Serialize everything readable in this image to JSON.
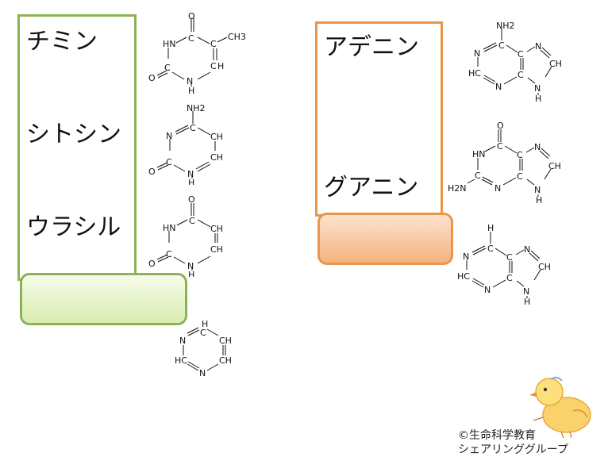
{
  "pyrimidines": {
    "names": [
      "チミン",
      "シトシン",
      "ウラシル"
    ]
  },
  "purines": {
    "names": [
      "アデニン",
      "グアニン"
    ]
  },
  "structures": {
    "thymine": [
      "O",
      "HN",
      "C",
      "C",
      "CH3",
      "O",
      "C",
      "N",
      "H",
      "C",
      "H"
    ],
    "cytosine": [
      "NH2",
      "N",
      "C",
      "CH",
      "O",
      "C",
      "N",
      "H",
      "CH"
    ],
    "uracil": [
      "O",
      "HN",
      "C",
      "CH",
      "O",
      "C",
      "N",
      "H",
      "CH"
    ],
    "pyrimidine": [
      "H",
      "N",
      "C",
      "CH",
      "HC",
      "N",
      "CH"
    ],
    "adenine": [
      "NH2",
      "N",
      "C",
      "C",
      "N",
      "CH",
      "HC",
      "N",
      "C",
      "N",
      "H"
    ],
    "guanine": [
      "O",
      "HN",
      "C",
      "C",
      "N",
      "CH",
      "H2N",
      "C",
      "N",
      "C",
      "N",
      "H"
    ],
    "purine": [
      "H",
      "N",
      "C",
      "C",
      "N",
      "CH",
      "HC",
      "N",
      "C",
      "N",
      "H"
    ]
  },
  "credit": {
    "line1": "©生命科学教育",
    "line2": "シェアリンググループ"
  },
  "colors": {
    "green": "#8db255",
    "orange": "#e8964a"
  }
}
